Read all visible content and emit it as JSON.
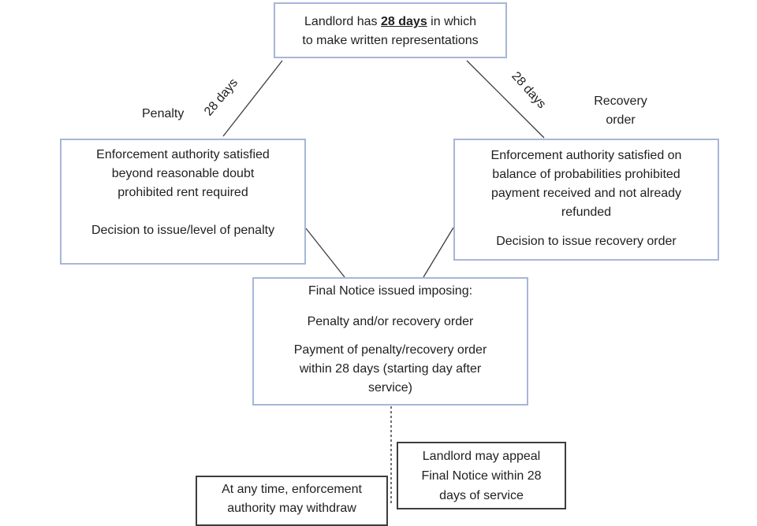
{
  "diagram": {
    "colors": {
      "box_border_blue": "#a7b6d8",
      "box_border_dark": "#3d3d3d",
      "connector_line": "#3d3d3d",
      "text": "#1f1f1f"
    },
    "top_box": {
      "line1_before": "Landlord has ",
      "line1_emphasis": "28 days",
      "line1_after": " in which",
      "line2": "to make written representations"
    },
    "labels": {
      "penalty": "Penalty",
      "left_days": "28 days",
      "right_days": "28 days",
      "recovery": "Recovery order"
    },
    "left_box": {
      "para1_lines": [
        "Enforcement authority satisfied",
        "beyond reasonable doubt",
        "prohibited rent required"
      ],
      "para2_lines": [
        "Decision to issue/level of penalty"
      ]
    },
    "right_box": {
      "para1_lines": [
        "Enforcement authority satisfied on",
        "balance of probabilities prohibited",
        "payment received and not already",
        "refunded"
      ],
      "para2_lines": [
        "Decision to issue recovery order"
      ]
    },
    "final_notice_box": {
      "para1": "Final Notice issued imposing:",
      "para2": "Penalty and/or recovery order",
      "para3_lines": [
        "Payment of penalty/recovery order",
        "within 28 days (starting day after",
        "service)"
      ]
    },
    "withdraw_box": {
      "lines": [
        "At any time, enforcement",
        "authority may withdraw"
      ]
    },
    "appeal_box": {
      "lines": [
        "Landlord may appeal",
        "Final Notice within 28",
        "days of service"
      ]
    }
  }
}
